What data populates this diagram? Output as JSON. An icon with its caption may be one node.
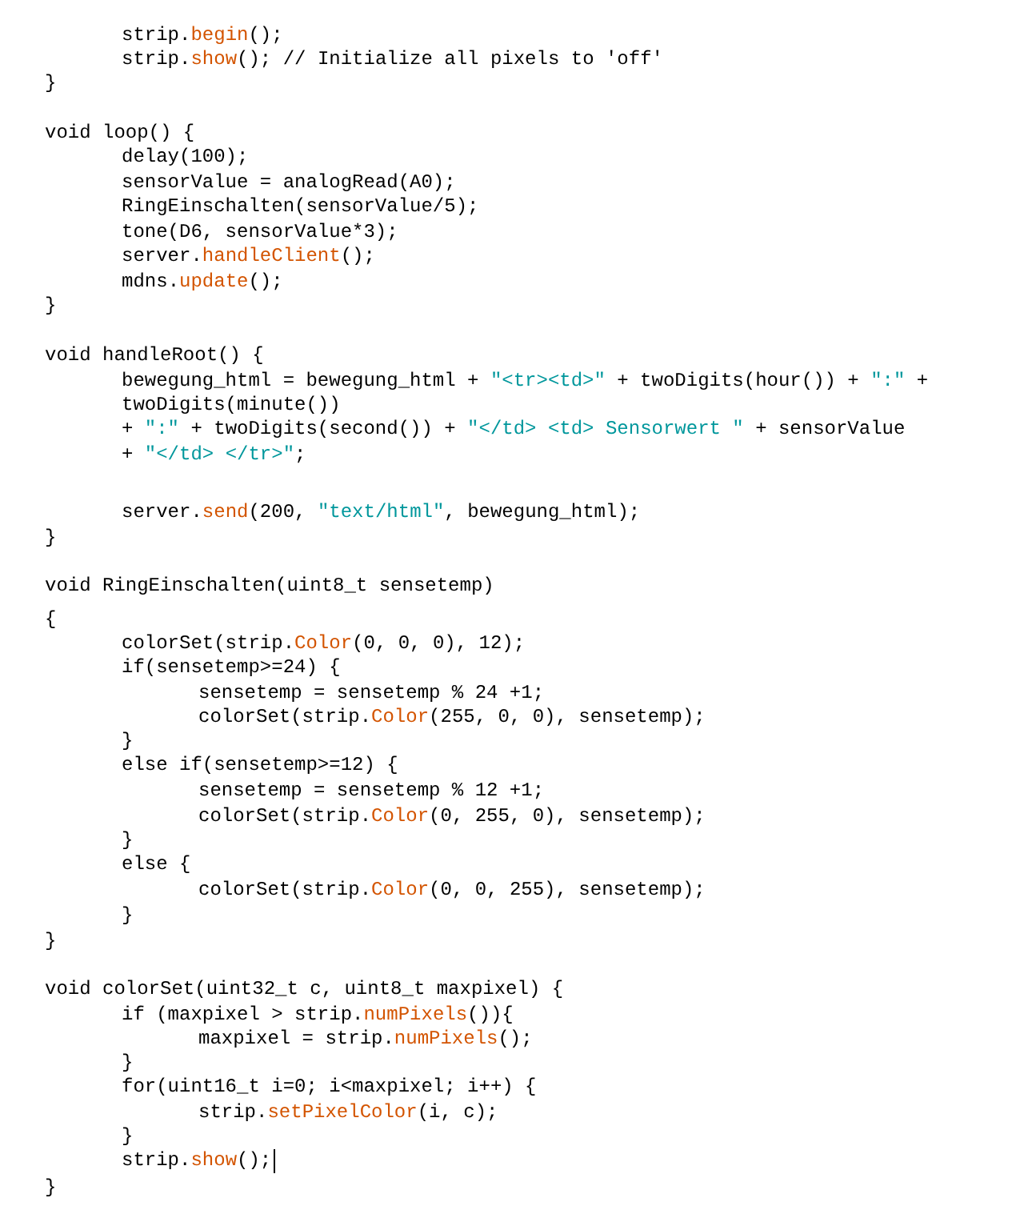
{
  "diagram": {
    "labels": [
      "strip.begin();",
      "strip.show(); // Initialize all pixels to 'off'",
      "}",
      "void loop() {",
      "delay(100);",
      "sensorValue = analogRead(A0);",
      "RingEinschalten(sensorValue/5);",
      "tone(D6, sensorValue*3);",
      "server.handleClient();",
      "mdns.update();",
      "}",
      "void handleRoot() {",
      "bewegung_html = bewegung_html + \"<tr><td>\" + twoDigits(hour()) + \":\" +",
      "twoDigits(minute())",
      "+ \":\" + twoDigits(second()) + \"</td> <td> Sensorwert \" + sensorValue",
      "+ \"</td> </tr>\";",
      "server.send(200, \"text/html\", bewegung_html);",
      "}",
      "void RingEinschalten(uint8_t sensetemp)",
      "{",
      "colorSet(strip.Color(0, 0, 0), 12);",
      "if(sensetemp>=24) {",
      "sensetemp = sensetemp % 24 +1;",
      "colorSet(strip.Color(255, 0, 0), sensetemp);",
      "}",
      "else if(sensetemp>=12) {",
      "sensetemp = sensetemp % 12 +1;",
      "colorSet(strip.Color(0, 255, 0), sensetemp);",
      "}",
      "else {",
      "colorSet(strip.Color(0, 0, 255), sensetemp);",
      "}",
      "}",
      "void colorSet(uint32_t c, uint8_t maxpixel) {",
      "if (maxpixel > strip.numPixels()){",
      "maxpixel = strip.numPixels();",
      "}",
      "for(uint16_t i=0; i<maxpixel; i++) {",
      "strip.setPixelColor(i, c);",
      "}",
      "strip.show();",
      "}"
    ]
  }
}
